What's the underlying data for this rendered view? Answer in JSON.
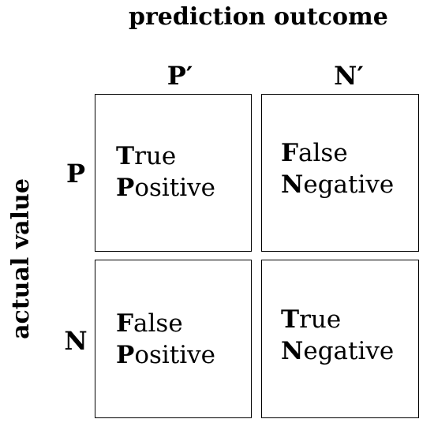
{
  "title": "prediction outcome",
  "side_label": "actual value",
  "columns": [
    {
      "label": "P′"
    },
    {
      "label": "N′"
    }
  ],
  "rows": [
    {
      "label": "P"
    },
    {
      "label": "N"
    }
  ],
  "cells": [
    {
      "line1_initial": "T",
      "line1_rest": "rue",
      "line2_initial": "P",
      "line2_rest": "ositive"
    },
    {
      "line1_initial": "F",
      "line1_rest": "alse",
      "line2_initial": "N",
      "line2_rest": "egative"
    },
    {
      "line1_initial": "F",
      "line1_rest": "alse",
      "line2_initial": "P",
      "line2_rest": "ositive"
    },
    {
      "line1_initial": "T",
      "line1_rest": "rue",
      "line2_initial": "N",
      "line2_rest": "egative"
    }
  ]
}
